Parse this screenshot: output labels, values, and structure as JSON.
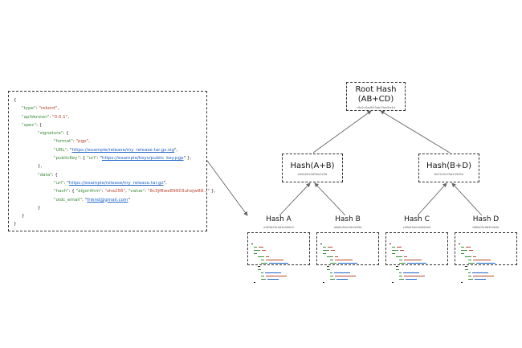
{
  "json_doc": {
    "lines": [
      {
        "indent": 0,
        "parts": [
          {
            "t": "{",
            "c": "p"
          }
        ]
      },
      {
        "indent": 1,
        "parts": [
          {
            "t": "\"type\"",
            "c": "k"
          },
          {
            "t": ": ",
            "c": "p"
          },
          {
            "t": "\"rekord\"",
            "c": "s"
          },
          {
            "t": ",",
            "c": "p"
          }
        ]
      },
      {
        "indent": 1,
        "parts": [
          {
            "t": "\"apiVersion\"",
            "c": "k"
          },
          {
            "t": ": ",
            "c": "p"
          },
          {
            "t": "\"0.0.1\"",
            "c": "s"
          },
          {
            "t": ",",
            "c": "p"
          }
        ]
      },
      {
        "indent": 1,
        "parts": [
          {
            "t": "\"spec\"",
            "c": "k"
          },
          {
            "t": ": {",
            "c": "p"
          }
        ]
      },
      {
        "indent": 3,
        "parts": [
          {
            "t": "\"signature\"",
            "c": "k"
          },
          {
            "t": ": {",
            "c": "p"
          }
        ]
      },
      {
        "indent": 5,
        "parts": [
          {
            "t": "\"format\"",
            "c": "k"
          },
          {
            "t": ": ",
            "c": "p"
          },
          {
            "t": "\"pgp\"",
            "c": "s"
          },
          {
            "t": ",",
            "c": "p"
          }
        ]
      },
      {
        "indent": 5,
        "parts": [
          {
            "t": "\"URL\"",
            "c": "k"
          },
          {
            "t": ": \"",
            "c": "p"
          },
          {
            "t": "https://example/release/my_release.tar.gz.sig",
            "c": "u"
          },
          {
            "t": "\",",
            "c": "p"
          }
        ]
      },
      {
        "indent": 5,
        "parts": [
          {
            "t": "\"publicKey\"",
            "c": "k"
          },
          {
            "t": ": { ",
            "c": "p"
          },
          {
            "t": "\"url\"",
            "c": "k"
          },
          {
            "t": ": \"",
            "c": "p"
          },
          {
            "t": "https://example/keys/public_key.pgp",
            "c": "u"
          },
          {
            "t": "\" },",
            "c": "p"
          }
        ]
      },
      {
        "indent": 3,
        "parts": [
          {
            "t": "},",
            "c": "p"
          }
        ]
      },
      {
        "indent": 3,
        "parts": [
          {
            "t": "\"data\"",
            "c": "k"
          },
          {
            "t": ": {",
            "c": "p"
          }
        ]
      },
      {
        "indent": 5,
        "parts": [
          {
            "t": "\"url\"",
            "c": "k"
          },
          {
            "t": ": \"",
            "c": "p"
          },
          {
            "t": "https://example/release/my_release.tar.gz",
            "c": "u"
          },
          {
            "t": "\",",
            "c": "p"
          }
        ]
      },
      {
        "indent": 5,
        "parts": [
          {
            "t": "\"hash\"",
            "c": "k"
          },
          {
            "t": ": { ",
            "c": "p"
          },
          {
            "t": "\"algorithm\"",
            "c": "k"
          },
          {
            "t": ": ",
            "c": "p"
          },
          {
            "t": "\"sha256\"",
            "c": "s"
          },
          {
            "t": ", ",
            "c": "p"
          },
          {
            "t": "\"value\"",
            "c": "k"
          },
          {
            "t": ": ",
            "c": "p"
          },
          {
            "t": "\"8c3jf8we89903uhejw88...\"",
            "c": "s"
          },
          {
            "t": " },",
            "c": "p"
          }
        ]
      },
      {
        "indent": 5,
        "parts": [
          {
            "t": "\"oidc_email\"",
            "c": "k"
          },
          {
            "t": ": \"",
            "c": "p"
          },
          {
            "t": "friend@gmail.com",
            "c": "u"
          },
          {
            "t": "\"",
            "c": "p"
          }
        ]
      },
      {
        "indent": 3,
        "parts": [
          {
            "t": "}",
            "c": "p"
          }
        ]
      },
      {
        "indent": 1,
        "parts": [
          {
            "t": "}",
            "c": "p"
          }
        ]
      },
      {
        "indent": 0,
        "parts": [
          {
            "t": "}",
            "c": "p"
          }
        ]
      }
    ]
  },
  "tree": {
    "root": {
      "title_line1": "Root Hash",
      "title_line2": "(AB+CD)",
      "hash": "c9a2c0ad093ab23ed1e4d"
    },
    "left": {
      "title": "Hash(A+B)",
      "hash": "a5ebe0e0d9ba1e5d"
    },
    "right": {
      "title": "Hash(B+D)",
      "hash": "8a32c0c09a209d5e"
    },
    "leaves": [
      {
        "label": "Hash A",
        "hash": "e903b29c0d1b3e0b3"
      },
      {
        "label": "Hash B",
        "hash": "d9a0c9b2c0b3e09b"
      },
      {
        "label": "Hash C",
        "hash": "c09a03b2c0a8e5e0"
      },
      {
        "label": "Hash D",
        "hash": "b60a09c0b303e0b"
      }
    ]
  },
  "colors": {
    "key": "#3a8a3a",
    "string": "#b8452e",
    "url": "#1f63c9",
    "border": "#333333",
    "arrow": "#666666"
  }
}
